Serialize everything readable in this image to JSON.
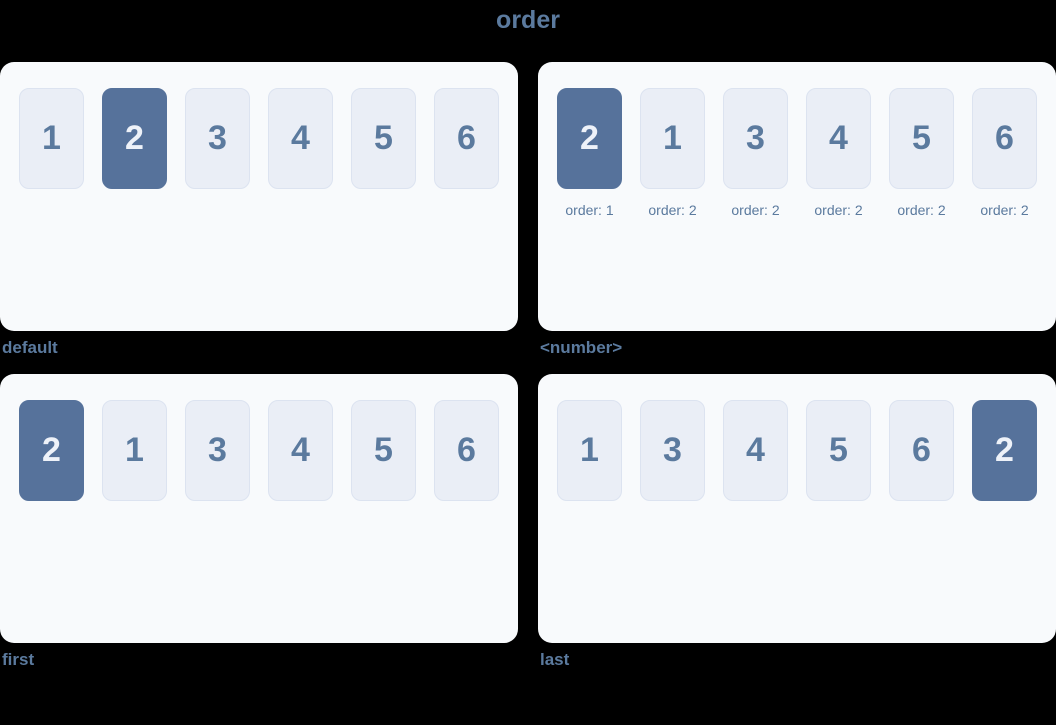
{
  "title": "order",
  "colors": {
    "background": "#000000",
    "panel_background": "#f8fafc",
    "box_background": "#eaeef6",
    "box_border": "#dce3f0",
    "highlight": "#56729b",
    "blue_text": "#5b7a9e",
    "highlight_text": "#eef2f9"
  },
  "panels": [
    {
      "label": "default",
      "items": [
        {
          "text": "1",
          "highlight": false
        },
        {
          "text": "2",
          "highlight": true
        },
        {
          "text": "3",
          "highlight": false
        },
        {
          "text": "4",
          "highlight": false
        },
        {
          "text": "5",
          "highlight": false
        },
        {
          "text": "6",
          "highlight": false
        }
      ]
    },
    {
      "label": "<number>",
      "items": [
        {
          "text": "2",
          "highlight": true,
          "order_label": "order: 1"
        },
        {
          "text": "1",
          "highlight": false,
          "order_label": "order: 2"
        },
        {
          "text": "3",
          "highlight": false,
          "order_label": "order: 2"
        },
        {
          "text": "4",
          "highlight": false,
          "order_label": "order: 2"
        },
        {
          "text": "5",
          "highlight": false,
          "order_label": "order: 2"
        },
        {
          "text": "6",
          "highlight": false,
          "order_label": "order: 2"
        }
      ]
    },
    {
      "label": "first",
      "items": [
        {
          "text": "2",
          "highlight": true
        },
        {
          "text": "1",
          "highlight": false
        },
        {
          "text": "3",
          "highlight": false
        },
        {
          "text": "4",
          "highlight": false
        },
        {
          "text": "5",
          "highlight": false
        },
        {
          "text": "6",
          "highlight": false
        }
      ]
    },
    {
      "label": "last",
      "items": [
        {
          "text": "1",
          "highlight": false
        },
        {
          "text": "3",
          "highlight": false
        },
        {
          "text": "4",
          "highlight": false
        },
        {
          "text": "5",
          "highlight": false
        },
        {
          "text": "6",
          "highlight": false
        },
        {
          "text": "2",
          "highlight": true
        }
      ]
    }
  ]
}
